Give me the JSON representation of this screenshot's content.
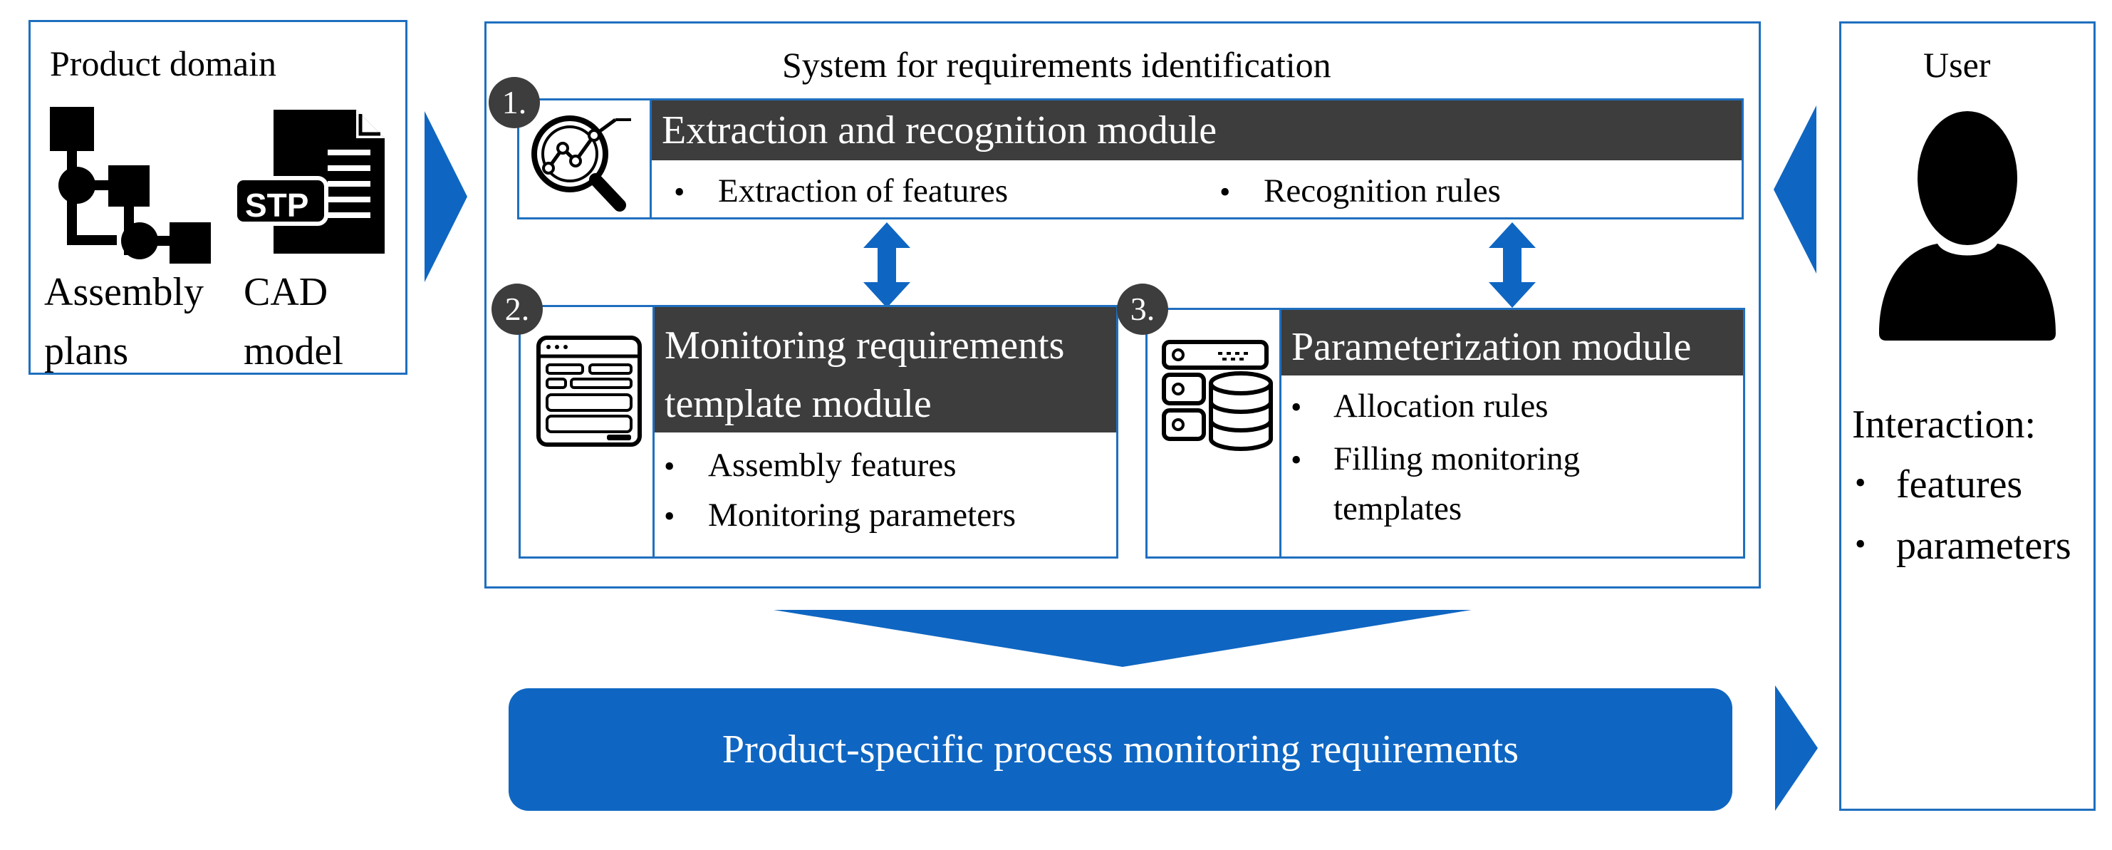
{
  "product_domain": {
    "title": "Product domain",
    "assembly_label_1": "Assembly",
    "assembly_label_2": "plans",
    "cad_label_1": "CAD",
    "cad_label_2": "model",
    "stp_badge": "STP",
    "icons": [
      "assembly-tree-icon",
      "stp-file-icon"
    ]
  },
  "system": {
    "title": "System for requirements identification",
    "modules": [
      {
        "number": "1.",
        "title": "Extraction and recognition module",
        "items": [
          "Extraction of features",
          "Recognition rules"
        ],
        "icon": "analytics-magnifier-icon"
      },
      {
        "number": "2.",
        "title_line1": "Monitoring requirements",
        "title_line2": "template module",
        "items": [
          "Assembly features",
          "Monitoring parameters"
        ],
        "icon": "template-window-icon"
      },
      {
        "number": "3.",
        "title": "Parameterization module",
        "items": [
          "Allocation rules",
          "Filling monitoring",
          "templates"
        ],
        "icon": "server-database-icon"
      }
    ]
  },
  "user": {
    "title": "User",
    "interaction_label": "Interaction:",
    "items": [
      "features",
      "parameters"
    ],
    "icon": "user-silhouette-icon"
  },
  "output": {
    "label": "Product-specific process monitoring requirements"
  },
  "colors": {
    "accent_blue": "#0f66c2",
    "border_blue": "#1f6fbf",
    "header_dark": "#3d3d3d"
  }
}
